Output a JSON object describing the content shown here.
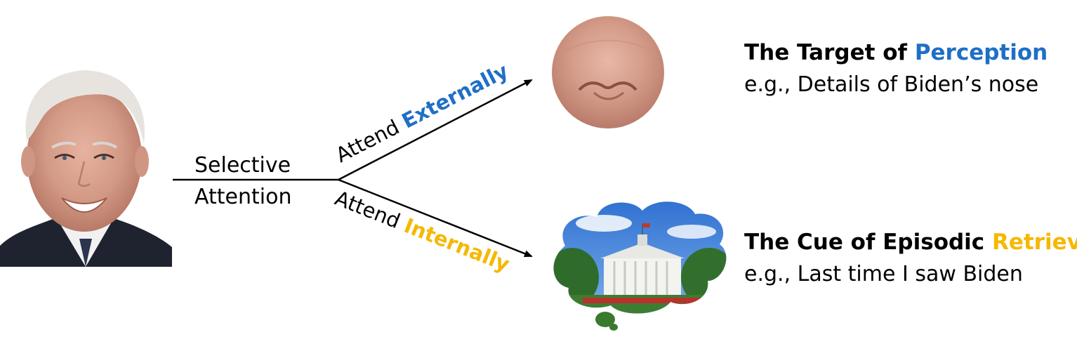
{
  "source": {
    "label_line1": "Selective",
    "label_line2": "Attention"
  },
  "branches": {
    "external": {
      "prefix": "Attend",
      "keyword": "Externally"
    },
    "internal": {
      "prefix": "Attend",
      "keyword": "Internally"
    }
  },
  "targets": {
    "perception": {
      "title_prefix": "The Target of",
      "title_keyword": "Perception",
      "example": "e.g., Details of Biden’s nose"
    },
    "retrieval": {
      "title_prefix": "The Cue of Episodic",
      "title_keyword": "Retrieval",
      "example": "e.g., Last time I saw Biden"
    }
  },
  "colors": {
    "external_accent": "#1f6fc5",
    "internal_accent": "#f5b800",
    "line": "#000000"
  },
  "icons": {
    "portrait": "face-portrait-photo",
    "nose": "nose-closeup-photo",
    "memory": "thought-cloud-white-house-photo"
  }
}
